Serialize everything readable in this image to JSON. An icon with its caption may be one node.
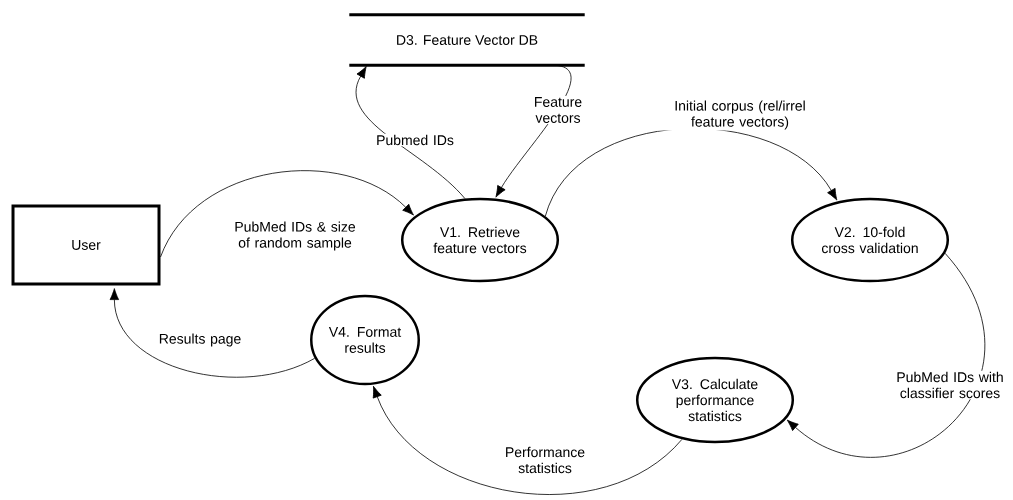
{
  "diagram": {
    "nodes": [
      {
        "text": [
          "User"
        ]
      },
      {
        "text": [
          "D3. Feature Vector DB"
        ]
      },
      {
        "text": [
          "V1. Retrieve feature vectors"
        ]
      },
      {
        "text": [
          "V2. 10-fold cross validation"
        ]
      },
      {
        "text": [
          "V3. Calculate performance statistics"
        ]
      },
      {
        "text": [
          "V4. Format results"
        ]
      }
    ],
    "edges": [
      {
        "from": 0,
        "to": 2,
        "arrow": "to",
        "label": "PubMed IDs & size of random sample"
      },
      {
        "from": 2,
        "to": 1,
        "arrow": "to",
        "label": "Pubmed IDs"
      },
      {
        "from": 1,
        "to": 2,
        "arrow": "to",
        "label": "Feature vectors"
      },
      {
        "from": 2,
        "to": 3,
        "arrow": "to",
        "label": "Initial corpus (rel/irrel feature vectors)"
      },
      {
        "from": 3,
        "to": 4,
        "arrow": "to",
        "label": "PubMed IDs with classifier scores"
      },
      {
        "from": 4,
        "to": 5,
        "arrow": "to",
        "label": "Performance statistics"
      },
      {
        "from": 5,
        "to": 0,
        "arrow": "to",
        "label": "Results page"
      }
    ]
  }
}
